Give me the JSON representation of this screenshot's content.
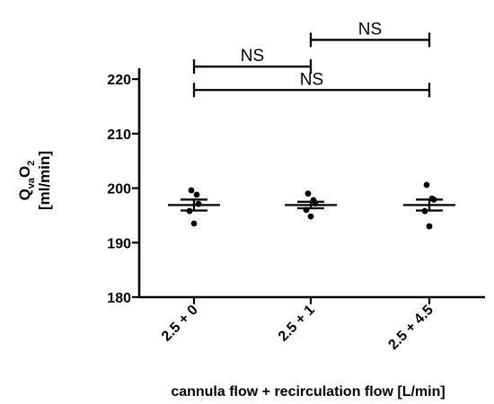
{
  "chart_data": {
    "type": "scatter",
    "title": "",
    "ylabel_main": "Q",
    "ylabel_sub1": "va",
    "ylabel_o": "O",
    "ylabel_sub2": "2",
    "ylabel_unit": "[ml/min]",
    "xlabel": "cannula flow + recirculation flow [L/min]",
    "ylim": [
      180,
      222
    ],
    "yticks": [
      180,
      190,
      200,
      210,
      220
    ],
    "categories": [
      "2.5 + 0",
      "2.5 + 1",
      "2.5 + 4.5"
    ],
    "series": [
      {
        "points": [
          199.6,
          198.8,
          197.1,
          195.8,
          193.5
        ],
        "mean": 196.9,
        "sem_upper": 197.9,
        "sem_lower": 195.9
      },
      {
        "points": [
          199.0,
          197.8,
          197.2,
          196.0,
          194.8
        ],
        "mean": 196.9,
        "sem_upper": 197.5,
        "sem_lower": 196.3
      },
      {
        "points": [
          200.6,
          198.1,
          197.9,
          195.8,
          193.0
        ],
        "mean": 196.9,
        "sem_upper": 197.9,
        "sem_lower": 195.9
      }
    ],
    "significance": [
      {
        "from": 0,
        "to": 1,
        "label": "NS",
        "y": 222.3
      },
      {
        "from": 1,
        "to": 2,
        "label": "NS",
        "y": 227.2
      },
      {
        "from": 0,
        "to": 2,
        "label": "NS",
        "y": 218.0
      }
    ]
  }
}
